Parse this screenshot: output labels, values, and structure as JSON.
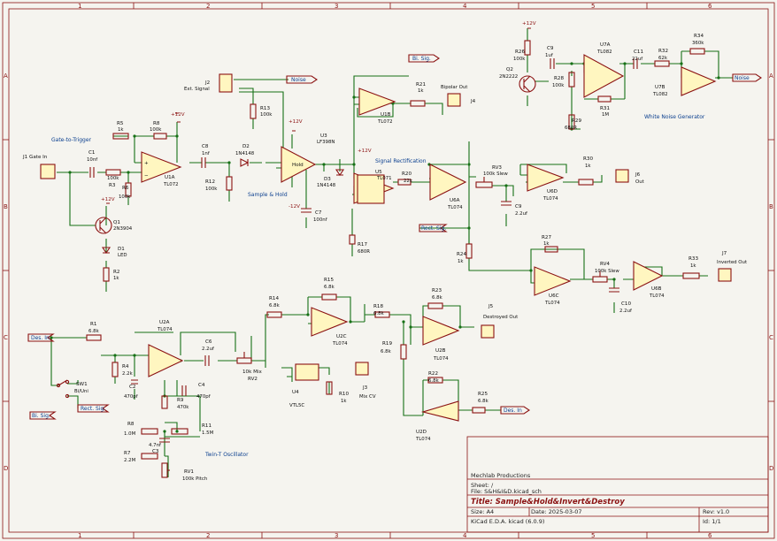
{
  "frame": {
    "columns": [
      "1",
      "2",
      "3",
      "4",
      "5",
      "6"
    ],
    "rows": [
      "A",
      "B",
      "C",
      "D"
    ]
  },
  "title_block": {
    "company": "Mechlab Productions",
    "sheet": "Sheet: /",
    "file": "File: S&H&I&D.kicad_sch",
    "title": "Title: Sample&Hold&Invert&Destroy",
    "size": "Size: A4",
    "date": "Date: 2025-03-07",
    "rev": "Rev: v1.0",
    "tool": "KiCad E.D.A.  kicad (6.0.9)",
    "id": "Id: 1/1"
  },
  "sections": {
    "gate_to_trigger": "Gate-to-Trigger",
    "sample_hold": "Sample & Hold",
    "signal_rectification": "Signal Rectification",
    "white_noise": "White Noise Generator",
    "twin_t": "Twin-T Oscillator"
  },
  "nets": {
    "noise": "Noise",
    "bi_sig": "Bi. Sig.",
    "rect_sig": "Rect. Sig.",
    "des_in": "Des. In"
  },
  "power": {
    "p12": "+12V",
    "m12": "-12V"
  },
  "components": {
    "j1": {
      "ref": "J1 Gate In"
    },
    "c1": {
      "ref": "C1",
      "value": "10nf"
    },
    "r3": {
      "ref": "R3",
      "value": "100k"
    },
    "r5": {
      "ref": "R5",
      "value": "1k"
    },
    "r8": {
      "ref": "R8",
      "value": "100k"
    },
    "r6": {
      "ref": "R6",
      "value": "100k"
    },
    "u1a": {
      "ref": "U1A",
      "value": "TL072"
    },
    "q1": {
      "ref": "Q1",
      "value": "2N3904"
    },
    "d1": {
      "ref": "D1",
      "value": "LED"
    },
    "r2": {
      "ref": "R2",
      "value": "1k"
    },
    "j2": {
      "ref": "J2",
      "value": "Ext. Signal"
    },
    "r13": {
      "ref": "R13",
      "value": "100k"
    },
    "c8": {
      "ref": "C8",
      "value": "1nf"
    },
    "r12": {
      "ref": "R12",
      "value": "100k"
    },
    "d2": {
      "ref": "D2",
      "value": "1N4148"
    },
    "u3": {
      "ref": "U3",
      "value": "LF398N",
      "mark": "Hold"
    },
    "d3": {
      "ref": "D3",
      "value": "1N4148"
    },
    "c7": {
      "ref": "C7",
      "value": "100nf"
    },
    "u1b": {
      "ref": "U1B",
      "value": "TL072"
    },
    "r21": {
      "ref": "R21",
      "value": "1k"
    },
    "j4": {
      "ref": "J4",
      "value": "Bipolar Out"
    },
    "u5": {
      "ref": "U5",
      "value": "TL071"
    },
    "r17": {
      "ref": "R17",
      "value": "680R"
    },
    "r20": {
      "ref": "R20",
      "value": "22k"
    },
    "u6a": {
      "ref": "U6A",
      "value": "TL074"
    },
    "rv3": {
      "ref": "RV3",
      "value": "100k Slew"
    },
    "c9c": {
      "ref": "C9",
      "value": "2.2uf"
    },
    "u6d": {
      "ref": "U6D",
      "value": "TL074"
    },
    "r30": {
      "ref": "R30",
      "value": "1k"
    },
    "j6": {
      "ref": "J6",
      "value": "Out"
    },
    "r26": {
      "ref": "R26",
      "value": "100k"
    },
    "c9": {
      "ref": "C9",
      "value": "1uf"
    },
    "q2": {
      "ref": "Q2",
      "value": "2N2222"
    },
    "r28": {
      "ref": "R28",
      "value": "100k"
    },
    "r29": {
      "ref": "R29",
      "value": "680R"
    },
    "u7a": {
      "ref": "U7A",
      "value": "TL082"
    },
    "r31": {
      "ref": "R31",
      "value": "1M"
    },
    "c11": {
      "ref": "C11",
      "value": "22uf"
    },
    "r32": {
      "ref": "R32",
      "value": "62k"
    },
    "r34": {
      "ref": "R34",
      "value": "360k"
    },
    "u7b": {
      "ref": "U7B",
      "value": "TL082"
    },
    "r24": {
      "ref": "R24",
      "value": "1k"
    },
    "r27": {
      "ref": "R27",
      "value": "1k"
    },
    "u6c": {
      "ref": "U6C",
      "value": "TL074"
    },
    "rv4": {
      "ref": "RV4",
      "value": "100k Slew"
    },
    "c10": {
      "ref": "C10",
      "value": "2.2uf"
    },
    "u6b": {
      "ref": "U6B",
      "value": "TL074"
    },
    "r33": {
      "ref": "R33",
      "value": "1k"
    },
    "j7": {
      "ref": "J7",
      "value": "Inverted Out"
    },
    "r1": {
      "ref": "R1",
      "value": "6.8k"
    },
    "r4": {
      "ref": "R4",
      "value": "2.2k"
    },
    "sw1": {
      "ref": "SW1",
      "value": "Bi/Uni"
    },
    "u2a": {
      "ref": "U2A",
      "value": "TL074"
    },
    "c2": {
      "ref": "C2",
      "value": "470pf"
    },
    "c6": {
      "ref": "C6",
      "value": "2.2uf"
    },
    "r9": {
      "ref": "R9",
      "value": "470k"
    },
    "c4": {
      "ref": "C4",
      "value": "470pf"
    },
    "r8b": {
      "ref": "R8",
      "value": "1.0M"
    },
    "r11": {
      "ref": "R11",
      "value": "1.5M"
    },
    "r7": {
      "ref": "R7",
      "value": "2.2M"
    },
    "c3": {
      "ref": "C3",
      "value": "4.7nf"
    },
    "rv1": {
      "ref": "RV1",
      "value": "100k Pitch"
    },
    "r14": {
      "ref": "R14",
      "value": "6.8k"
    },
    "rv2": {
      "ref": "RV2",
      "value": "10k Mix"
    },
    "r15": {
      "ref": "R15",
      "value": "6.8k"
    },
    "u2c": {
      "ref": "U2C",
      "value": "TL074"
    },
    "u4": {
      "ref": "U4",
      "value": "VTL5C"
    },
    "r10": {
      "ref": "R10",
      "value": "1k"
    },
    "j3": {
      "ref": "J3",
      "value": "Mix CV"
    },
    "r18": {
      "ref": "R18",
      "value": "6.8k"
    },
    "r19": {
      "ref": "R19",
      "value": "6.8k"
    },
    "r23": {
      "ref": "R23",
      "value": "6.8k"
    },
    "u2b": {
      "ref": "U2B",
      "value": "TL074"
    },
    "j5": {
      "ref": "J5",
      "value": "Destroyed Out"
    },
    "r22": {
      "ref": "R22",
      "value": "6.8k"
    },
    "u2d": {
      "ref": "U2D",
      "value": "TL074"
    },
    "r25": {
      "ref": "R25",
      "value": "6.8k"
    }
  }
}
